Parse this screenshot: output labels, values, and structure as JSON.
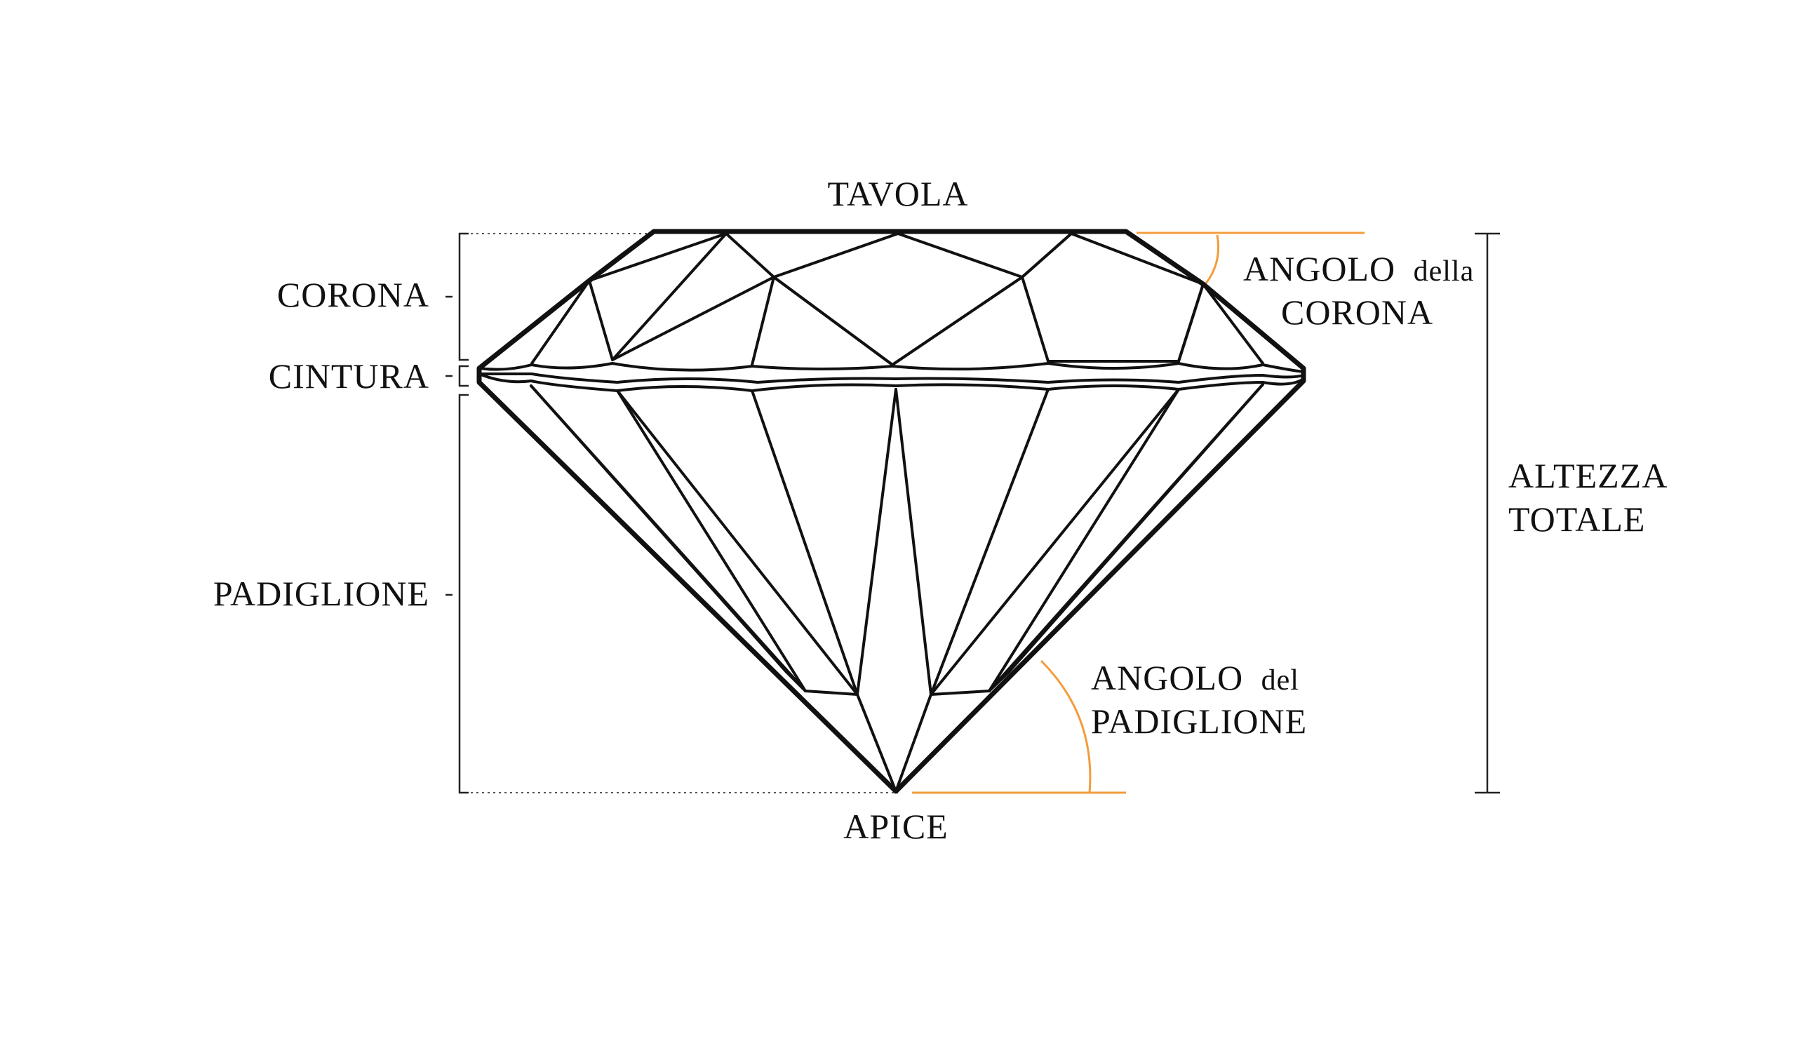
{
  "labels": {
    "tavola": "TAVOLA",
    "corona": "CORONA",
    "cintura": "CINTURA",
    "padiglione": "PADIGLIONE",
    "apice": "APICE",
    "angolo_corona_line1_main": "ANGOLO",
    "angolo_corona_line1_small": "della",
    "angolo_corona_line2": "CORONA",
    "angolo_padiglione_line1_main": "ANGOLO",
    "angolo_padiglione_line1_small": "del",
    "angolo_padiglione_line2": "PADIGLIONE",
    "altezza_line1": "ALTEZZA",
    "altezza_line2": "TOTALE"
  },
  "colors": {
    "line": "#111111",
    "accent": "#f39c3c",
    "background": "#ffffff"
  }
}
